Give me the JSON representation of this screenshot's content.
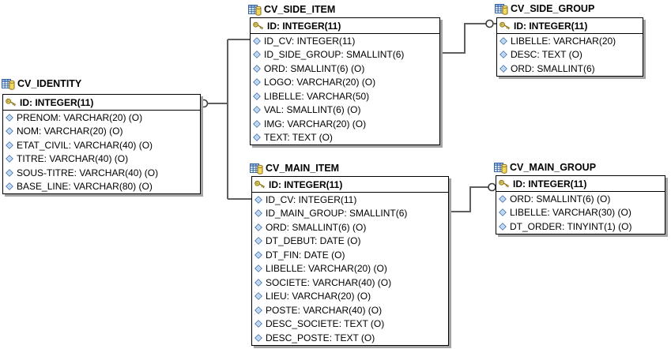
{
  "diagram": {
    "kind": "database-schema",
    "background": "#ffffff"
  },
  "colors": {
    "box_border": "#000000",
    "box_fill": "#ffffff",
    "shadow": "#a4a4a4",
    "connector": "#5f5f5f",
    "diamond_blue": "#4a7ab5",
    "diamond_fill": "#dcebfa",
    "key_gold": "#e6cf5a",
    "key_outline": "#8f7a1e",
    "table_icon_blue": "#3465a4",
    "cylinder_yellow": "#f3d95c"
  },
  "icons": {
    "table": "table-grid-with-database-cylinder-icon",
    "primary_key": "key-icon",
    "column": "diamond-icon"
  },
  "tables": [
    {
      "name": "CV_IDENTITY",
      "primary_key": "ID: INTEGER(11)",
      "columns": [
        "PRENOM: VARCHAR(20) (O)",
        "NOM: VARCHAR(20) (O)",
        "ETAT_CIVIL: VARCHAR(40) (O)",
        "TITRE: VARCHAR(40) (O)",
        "SOUS-TITRE: VARCHAR(40) (O)",
        "BASE_LINE: VARCHAR(80) (O)"
      ]
    },
    {
      "name": "CV_SIDE_ITEM",
      "primary_key": "ID: INTEGER(11)",
      "columns": [
        "ID_CV: INTEGER(11)",
        "ID_SIDE_GROUP: SMALLINT(6)",
        "ORD: SMALLINT(6) (O)",
        "LOGO: VARCHAR(20) (O)",
        "LIBELLE: VARCHAR(50)",
        "VAL: SMALLINT(6) (O)",
        "IMG: VARCHAR(20) (O)",
        "TEXT: TEXT (O)"
      ]
    },
    {
      "name": "CV_SIDE_GROUP",
      "primary_key": "ID: INTEGER(11)",
      "columns": [
        "LIBELLE: VARCHAR(20)",
        "DESC: TEXT (O)",
        "ORD: SMALLINT(6)"
      ]
    },
    {
      "name": "CV_MAIN_ITEM",
      "primary_key": "ID: INTEGER(11)",
      "columns": [
        "ID_CV: INTEGER(11)",
        "ID_MAIN_GROUP: SMALLINT(6)",
        "ORD: SMALLINT(6) (O)",
        "DT_DEBUT: DATE (O)",
        "DT_FIN: DATE (O)",
        "LIBELLE: VARCHAR(20) (O)",
        "SOCIETE: VARCHAR(40) (O)",
        "LIEU: VARCHAR(20) (O)",
        "POSTE: VARCHAR(40) (O)",
        "DESC_SOCIETE: TEXT (O)",
        "DESC_POSTE: TEXT (O)"
      ]
    },
    {
      "name": "CV_MAIN_GROUP",
      "primary_key": "ID: INTEGER(11)",
      "columns": [
        "ORD: SMALLINT(6) (O)",
        "LIBELLE: VARCHAR(30) (O)",
        "DT_ORDER: TINYINT(1) (O)"
      ]
    }
  ],
  "relationships": [
    {
      "from": "CV_IDENTITY",
      "to": "CV_SIDE_ITEM",
      "via": "ID_CV"
    },
    {
      "from": "CV_IDENTITY",
      "to": "CV_MAIN_ITEM",
      "via": "ID_CV"
    },
    {
      "from": "CV_SIDE_GROUP",
      "to": "CV_SIDE_ITEM",
      "via": "ID_SIDE_GROUP"
    },
    {
      "from": "CV_MAIN_GROUP",
      "to": "CV_MAIN_ITEM",
      "via": "ID_MAIN_GROUP"
    }
  ]
}
